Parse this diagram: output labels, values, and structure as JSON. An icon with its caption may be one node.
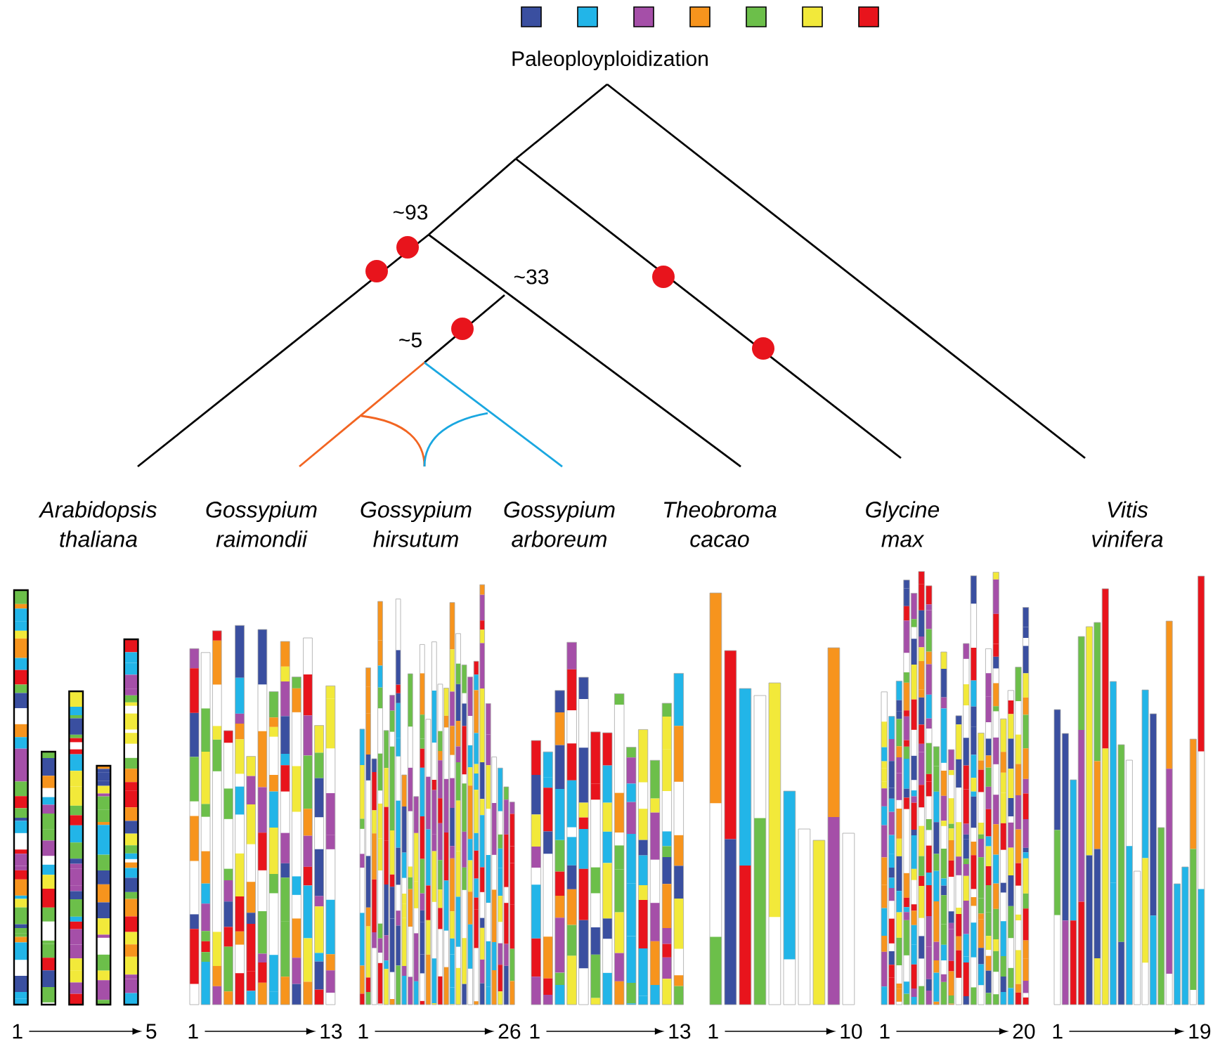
{
  "diagram": {
    "labels": [
      "Paleoployploidization",
      "~93",
      "~33",
      "~5",
      "Arabidopsis thaliana",
      "Gossypium raimondii",
      "Gossypium hirsutum",
      "Gossypium arboreum",
      "Theobroma cacao",
      "Glycine max",
      "Vitis vinifera",
      "1",
      "5",
      "1",
      "13",
      "1",
      "26",
      "1",
      "13",
      "1",
      "10",
      "1",
      "20",
      "1",
      "19"
    ]
  }
}
